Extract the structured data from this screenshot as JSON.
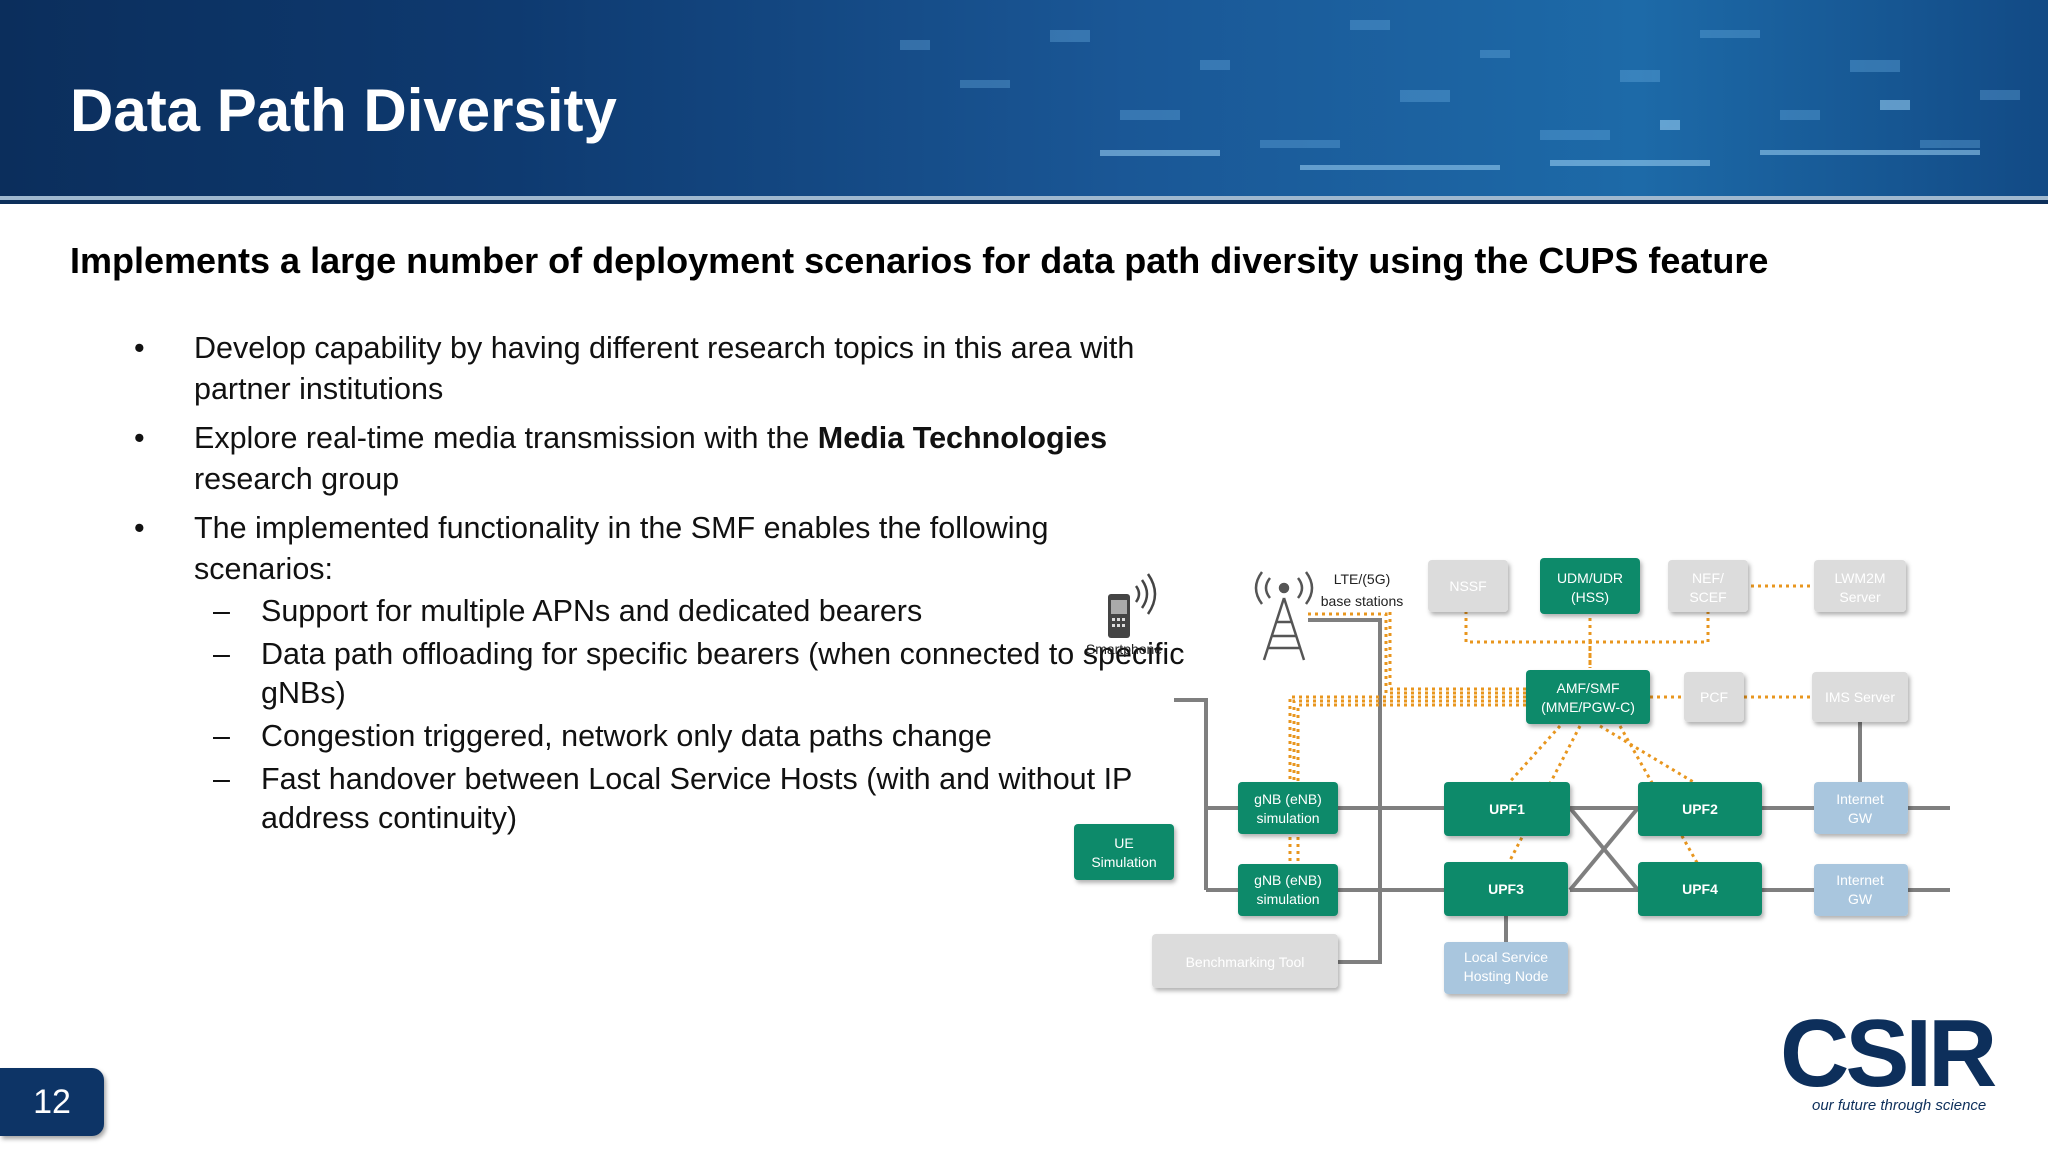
{
  "title": "Data Path Diversity",
  "subtitle": "Implements a large number of deployment scenarios for data path diversity using the CUPS feature",
  "bullets": {
    "b1": "Develop capability by having different research topics in this area with partner institutions",
    "b2_pre": "Explore real-time media transmission with the ",
    "b2_bold": "Media Technologies",
    "b2_post": " research group",
    "b3": "The implemented functionality in the SMF enables the following scenarios:",
    "s1": "Support for multiple APNs and dedicated bearers",
    "s2": "Data path offloading for specific bearers (when connected to specific gNBs)",
    "s3": "Congestion triggered, network only data paths change",
    "s4": "Fast handover between Local Service Hosts (with and without IP address continuity)",
    "bullet_char": "•",
    "dash_char": "–"
  },
  "diagram": {
    "smartphone": "Smartphone",
    "lte_line1": "LTE/(5G)",
    "lte_line2": "base stations",
    "nssf": "NSSF",
    "udm_line1": "UDM/UDR",
    "udm_line2": "(HSS)",
    "nef_line1": "NEF/",
    "nef_line2": "SCEF",
    "lwm2m_line1": "LWM2M",
    "lwm2m_line2": "Server",
    "amf_line1": "AMF/SMF",
    "amf_line2": "(MME/PGW-C)",
    "pcf": "PCF",
    "ims": "IMS Server",
    "gnb_line1": "gNB (eNB)",
    "gnb_line2": "simulation",
    "ue_line1": "UE",
    "ue_line2": "Simulation",
    "upf1": "UPF1",
    "upf2": "UPF2",
    "upf3": "UPF3",
    "upf4": "UPF4",
    "inet_line1": "Internet",
    "inet_line2": "GW",
    "bench": "Benchmarking Tool",
    "lsh_line1": "Local Service",
    "lsh_line2": "Hosting Node"
  },
  "colors": {
    "banner": "#0e3a70",
    "green": "#0a8a6a",
    "gray_node": "#d9d9d9",
    "blue_node": "#a9c6de",
    "orange_dotted": "#e8961e",
    "line_gray": "#7f7f7f",
    "logo_navy": "#0d2f5b"
  },
  "page_number": "12",
  "logo": {
    "text": "CSIR",
    "tagline": "our future through science"
  }
}
